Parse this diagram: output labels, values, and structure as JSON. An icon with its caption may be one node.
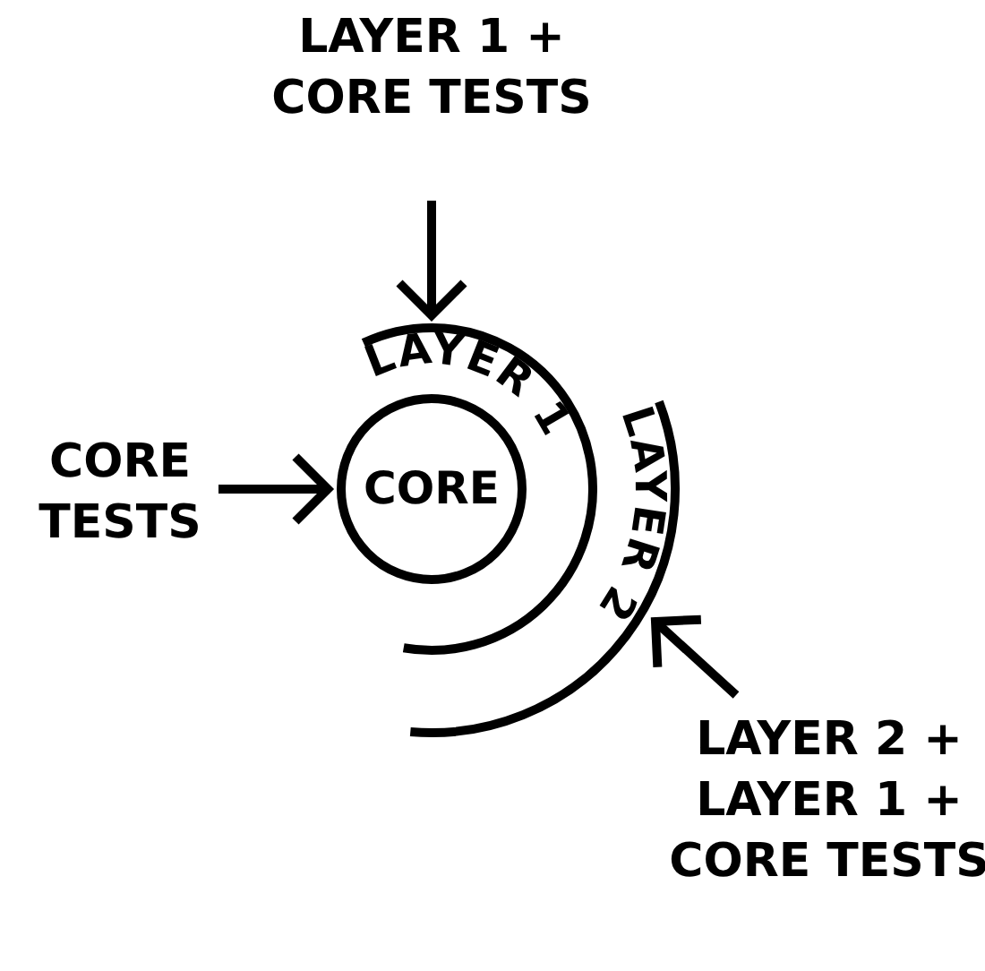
{
  "diagram": {
    "nodes": [
      {
        "text": [
          "LAYER 1 + CORE TESTS"
        ]
      },
      {
        "text": [
          "CORE TESTS"
        ]
      },
      {
        "text": [
          "CORE"
        ]
      },
      {
        "text": [
          "LAYER 1"
        ]
      },
      {
        "text": [
          "LAYER 2"
        ]
      },
      {
        "text": [
          "LAYER 2 + LAYER 1 + CORE TESTS"
        ]
      }
    ],
    "edges": [
      {
        "from": 0,
        "to": 3,
        "arrow": "to"
      },
      {
        "from": 1,
        "to": 2,
        "arrow": "to"
      },
      {
        "from": 5,
        "to": 4,
        "arrow": "to"
      }
    ]
  }
}
